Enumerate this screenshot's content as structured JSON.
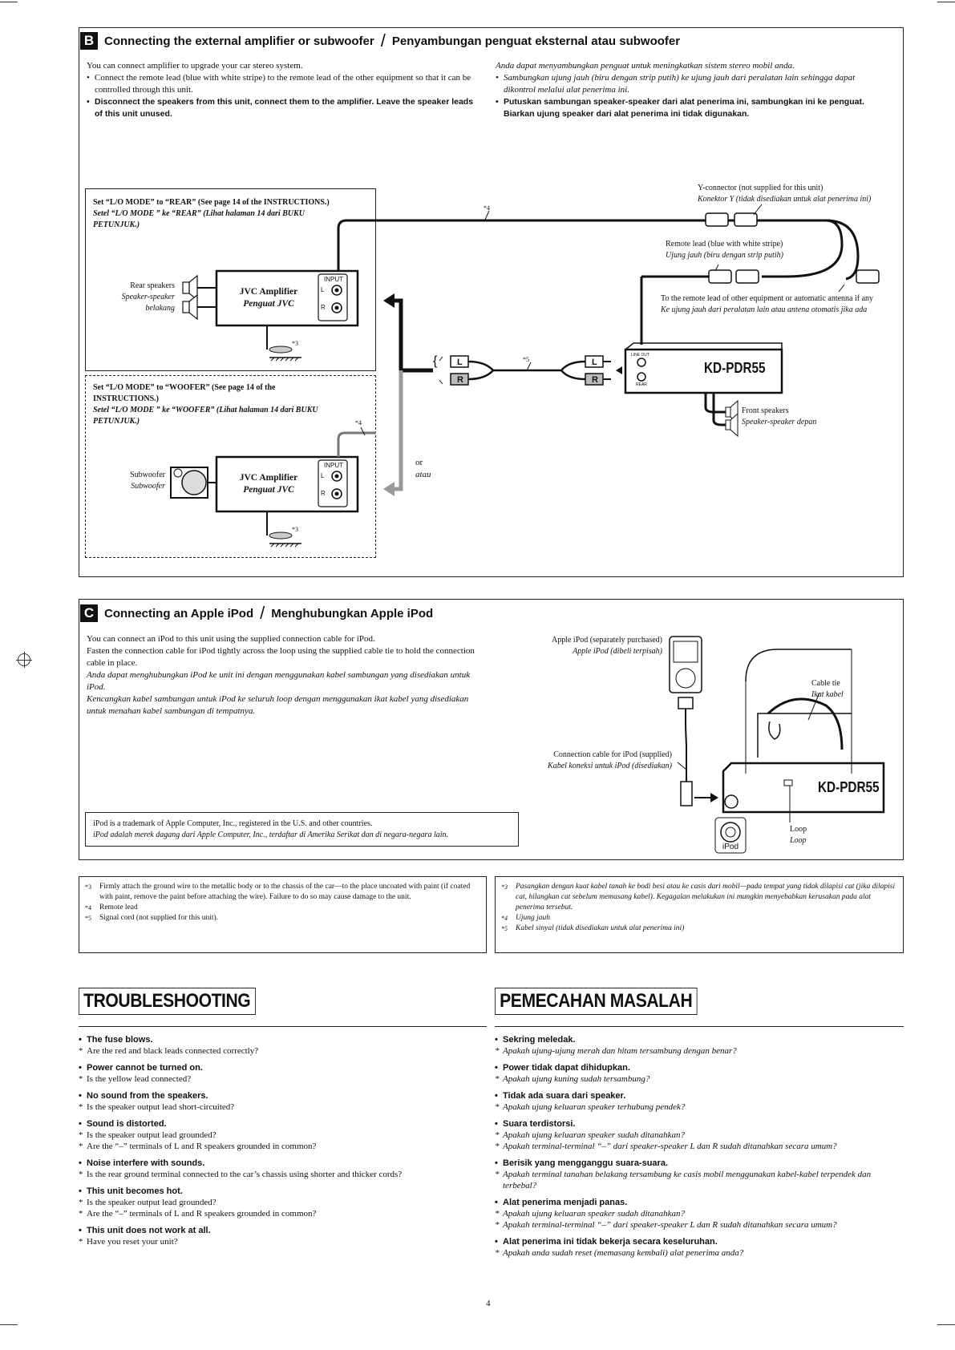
{
  "section_b": {
    "letter": "B",
    "title_en": "Connecting the external amplifier or subwoofer",
    "sep": "/",
    "title_id": "Penyambungan penguat eksternal atau subwoofer",
    "intro_en": "You can connect amplifier to upgrade your car stereo system.",
    "bullet1_en": "Connect the remote lead (blue with white stripe) to the remote lead of the other equipment so that it can be controlled through this unit.",
    "bullet2_en": "Disconnect the speakers from this unit, connect them to the amplifier. Leave the speaker leads of this unit unused.",
    "intro_id": "Anda dapat menyambungkan penguat untuk meningkatkan sistem stereo mobil anda.",
    "bullet1_id": "Sambungkan ujung jauh (biru dengan strip putih) ke ujung jauh dari peralatan lain sehingga dapat dikontrol melalui alat penerima ini.",
    "bullet2_id": "Putuskan sambungan speaker-speaker dari alat penerima ini, sambungkan ini ke penguat. Biarkan ujung speaker dari alat penerima ini tidak digunakan.",
    "rear_set_en": "Set “L/O MODE” to “REAR” (See page 14 of the INSTRUCTIONS.)",
    "rear_set_id": "Setel “L/O MODE ” ke “REAR” (Lihat halaman 14 dari BUKU PETUNJUK.)",
    "woofer_set_en": "Set “L/O MODE” to “WOOFER” (See page 14 of the INSTRUCTIONS.)",
    "woofer_set_id": "Setel “L/O MODE ” ke “WOOFER” (Lihat halaman 14 dari BUKU PETUNJUK.)",
    "rear_speakers_en": "Rear speakers",
    "rear_speakers_id1": "Speaker-speaker",
    "rear_speakers_id2": "belakang",
    "amp_en": "JVC Amplifier",
    "amp_id": "Penguat JVC",
    "input": "INPUT",
    "l": "L",
    "r": "R",
    "subwoofer_en": "Subwoofer",
    "subwoofer_id": "Subwoofer",
    "star3": "*3",
    "star4": "*4",
    "star5": "*5",
    "or_en": "or",
    "or_id": "atau",
    "yconn_en": "Y-connector (not supplied for this unit)",
    "yconn_id": "Konektor Y (tidak disediakan untuk alat penerima ini)",
    "remote_en": "Remote lead (blue with white stripe)",
    "remote_id": "Ujung jauh (biru dengan strip putih)",
    "remote_other_en": "To the remote lead of other equipment or automatic antenna if any",
    "remote_other_id": "Ke ujung jauh dari peralatan lain atau antena otomatis jika ada",
    "model": "KD-PDR55",
    "line_out": "LINE OUT",
    "rear": "REAR",
    "front_en": "Front speakers",
    "front_id": "Speaker-speaker depan"
  },
  "section_c": {
    "letter": "C",
    "title_en": "Connecting an Apple iPod",
    "sep": "/",
    "title_id": "Menghubungkan Apple iPod",
    "p1_en": "You can connect an iPod to this unit using the supplied connection cable for iPod.",
    "p2_en": "Fasten the connection cable for iPod tightly across the loop using the supplied cable tie to hold the connection cable in place.",
    "p1_id": "Anda dapat menghubungkan iPod ke unit ini dengan menggunakan kabel sambungan yang disediakan untuk iPod.",
    "p2_id": "Kencangkan kabel sambungan untuk iPod ke seluruh loop dengan menggunakan ikat kabel yang disediakan untuk menahan kabel sambungan di tempatnya.",
    "tm_en": "iPod is a trademark of Apple Computer, Inc., registered in the U.S. and other countries.",
    "tm_id": "iPod adalah merek dagang dari Apple Computer, Inc., terdaftar di Amerika Serikat dan di negara-negara lain.",
    "ipod_en": "Apple iPod (separately purchased)",
    "ipod_id": "Apple iPod (dibeli terpisah)",
    "cable_en": "Connection cable for iPod (supplied)",
    "cable_id": "Kabel koneksi untuk iPod (disediakan)",
    "tie_en": "Cable tie",
    "tie_id": "Ikat kabel",
    "loop_en": "Loop",
    "loop_id": "Loop",
    "model": "KD-PDR55",
    "ipod_port": "iPod"
  },
  "footnotes_en": [
    {
      "mark": "*3",
      "text": "Firmly attach the ground wire to the metallic body or to the chassis of the car—to the place uncoated with paint (if coated with paint, remove the paint before attaching the wire). Failure to do so may cause damage to the unit."
    },
    {
      "mark": "*4",
      "text": "Remote lead"
    },
    {
      "mark": "*5",
      "text": "Signal cord (not supplied for this unit)."
    }
  ],
  "footnotes_id": [
    {
      "mark": "*3",
      "text": "Pasangkan dengan kuat kabel tanah ke bodi besi atau ke casis dari mobil—pada tempat yang tidak dilapisi cat (jika dilapisi cat, hilangkan cat sebelum memasang kabel). Kegagalan melakukan ini mungkin menyebabkan kerusakan pada alat penerima tersebut."
    },
    {
      "mark": "*4",
      "text": "Ujung jauh"
    },
    {
      "mark": "*5",
      "text": "Kabel sinyal (tidak disediakan untuk alat penerima ini)"
    }
  ],
  "troubleshooting_en": {
    "title": "TROUBLESHOOTING",
    "items": [
      {
        "q": "The fuse blows.",
        "a": [
          "Are the red and black leads connected correctly?"
        ]
      },
      {
        "q": "Power cannot be turned on.",
        "a": [
          "Is the yellow lead connected?"
        ]
      },
      {
        "q": "No sound from the speakers.",
        "a": [
          "Is the speaker output lead short-circuited?"
        ]
      },
      {
        "q": "Sound is distorted.",
        "a": [
          "Is the speaker output lead grounded?",
          "Are the “–” terminals of L and R speakers grounded in common?"
        ]
      },
      {
        "q": "Noise interfere with sounds.",
        "a": [
          "Is the rear ground terminal connected to the car’s chassis using shorter and thicker cords?"
        ]
      },
      {
        "q": "This unit becomes hot.",
        "a": [
          "Is the speaker output lead grounded?",
          "Are the “–” terminals of L and R speakers grounded in common?"
        ]
      },
      {
        "q": "This unit does not work at all.",
        "a": [
          "Have you reset your unit?"
        ]
      }
    ]
  },
  "troubleshooting_id": {
    "title": "PEMECAHAN MASALAH",
    "items": [
      {
        "q": "Sekring meledak.",
        "a": [
          "Apakah ujung-ujung merah dan hitam tersambung dengan benar?"
        ]
      },
      {
        "q": "Power tidak dapat dihidupkan.",
        "a": [
          "Apakah ujung kuning sudah tersambung?"
        ]
      },
      {
        "q": "Tidak ada suara dari speaker.",
        "a": [
          "Apakah ujung keluaran speaker terhubung pendek?"
        ]
      },
      {
        "q": "Suara terdistorsi.",
        "a": [
          "Apakah ujung keluaran speaker sudah ditanahkan?",
          "Apakah terminal-terminal “–” dari speaker-speaker L dan R sudah ditanahkan secara umum?"
        ]
      },
      {
        "q": "Berisik yang mengganggu suara-suara.",
        "a": [
          "Apakah terminal tanahan belakang tersambung ke casis mobil menggunakan kabel-kabel terpendek dan terbebal?"
        ]
      },
      {
        "q": "Alat penerima menjadi panas.",
        "a": [
          "Apakah ujung keluaran speaker sudah ditanahkan?",
          "Apakah terminal-terminal “–” dari speaker-speaker L dan R sudah ditanahkan secara umum?"
        ]
      },
      {
        "q": "Alat penerima ini tidak bekerja secara keseluruhan.",
        "a": [
          "Apakah anda sudah reset (memasang kembali) alat penerima anda?"
        ]
      }
    ]
  },
  "page_number": "4"
}
